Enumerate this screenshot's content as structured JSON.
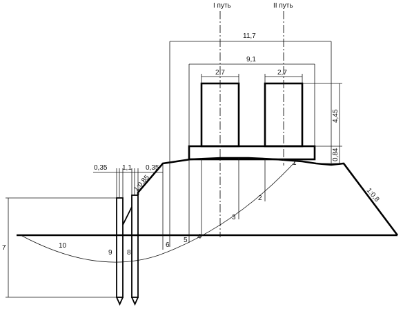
{
  "track_labels": {
    "track_1": "I путь",
    "track_2": "II путь"
  },
  "dimensions": {
    "overall_width": "11,7",
    "inner_width": "9,1",
    "block_left_width": "2,7",
    "block_right_width": "2,7",
    "block_height": "4,45",
    "platform_height": "0,84",
    "pile_spacing": "1,1",
    "left_offset": "0,35",
    "right_offset": "0,35",
    "height_left": "7"
  },
  "slopes": {
    "left_slope": "1:0,85",
    "right_slope": "1:0,8"
  },
  "slice_numbers": [
    "1",
    "2",
    "3",
    "4",
    "5",
    "6",
    "8",
    "9",
    "10"
  ]
}
